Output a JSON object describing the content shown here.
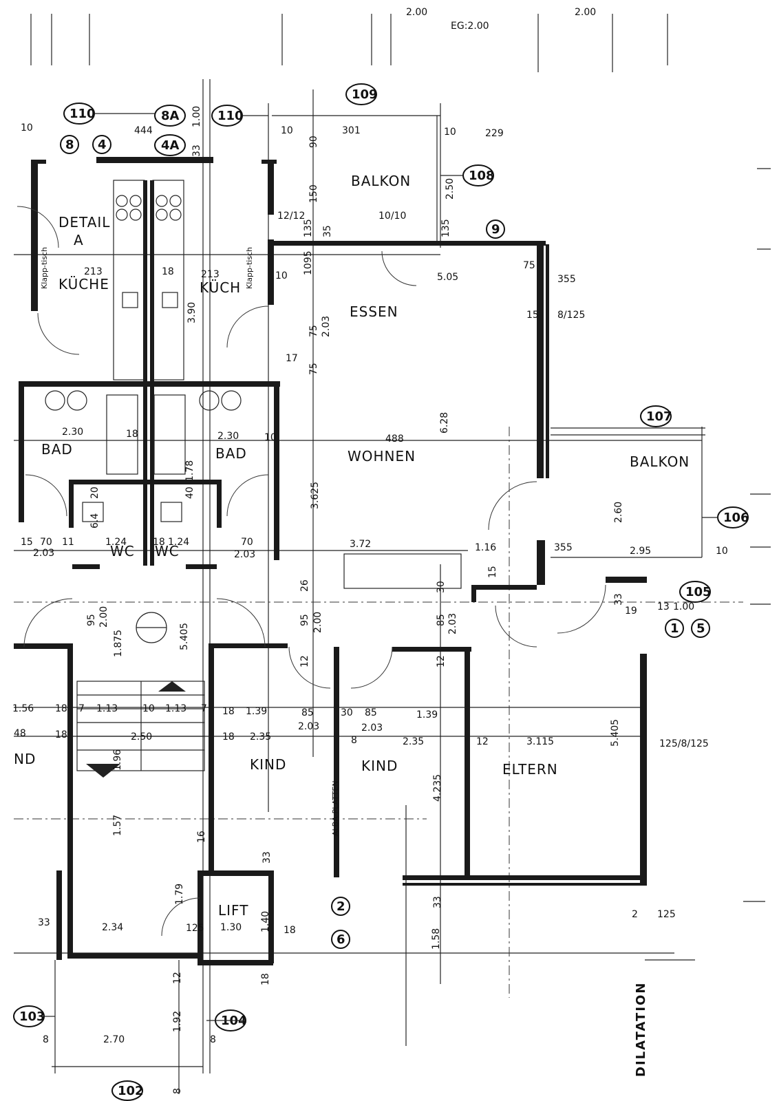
{
  "header": {
    "dims": [
      "2.00",
      "2.00"
    ],
    "level_note": "EG:2.00"
  },
  "rooms": {
    "balkon_top": "BALKON",
    "balkon_right": "BALKON",
    "essen": "ESSEN",
    "wohnen": "WOHNEN",
    "kueche_left": "KÜCHE",
    "kueche_right": "KÜCH",
    "bad_left": "BAD",
    "bad_right": "BAD",
    "wc_left": "WC",
    "wc_right": "WC",
    "kind_left": "KIND",
    "kind_right": "KIND",
    "eltern": "ELTERN",
    "lift": "LIFT",
    "nd_partial": "ND",
    "detail": "DETAIL",
    "detail_sub": "A",
    "klapptisch": "Klapp-tisch",
    "alba": "ALBA-PLATTEN",
    "dilatation": "DILATATION"
  },
  "bubbles": [
    "110",
    "8A",
    "110",
    "109",
    "8",
    "4",
    "4A",
    "108",
    "9",
    "107",
    "106",
    "105",
    "1",
    "5",
    "2",
    "6",
    "103",
    "104",
    "102"
  ],
  "dimensions": {
    "d444": "444",
    "d301": "301",
    "d229": "229",
    "d10a": "10",
    "d10b": "10",
    "d10c": "10",
    "d100": "1.00",
    "d33a": "33",
    "d90": "90",
    "d150": "150",
    "d250": "2.50",
    "d1010": "10/10",
    "d1212": "12/12",
    "d135a": "135",
    "d135b": "135",
    "d35": "35",
    "d1095": "1095",
    "d10d": "10",
    "d213a": "213",
    "d213b": "213",
    "d18a": "18",
    "d390": "3.90",
    "d505": "5.05",
    "d75a": "75",
    "d75b": "75",
    "d75c": "75",
    "d203a": "2.03",
    "d17": "17",
    "d355a": "355",
    "d15a": "15",
    "d8125": "8/125",
    "d628": "6.28",
    "d488": "488",
    "d230a": "2.30",
    "d230b": "2.30",
    "d18b": "18",
    "d10e": "10",
    "d178": "1.78",
    "d3625": "3.625",
    "d20": "20",
    "d40": "40",
    "d64": "6.4",
    "d260": "2.60",
    "d15b": "15",
    "d70a": "70",
    "d70b": "70",
    "d11a": "11",
    "d124a": "1.24",
    "d124b": "1.24",
    "d18c": "18",
    "d203b": "2.03",
    "d203c": "2.03",
    "d372": "3.72",
    "d116": "1.16",
    "d355b": "355",
    "d295": "2.95",
    "d10f": "10",
    "d26": "26",
    "d30a": "30",
    "d15c": "15",
    "d95a": "95",
    "d95b": "95",
    "d200a": "2.00",
    "d200b": "2.00",
    "d1875": "1.875",
    "d5405a": "5.405",
    "d85": "85",
    "d203d": "2.03",
    "d33b": "33",
    "d19": "19",
    "d13": "13",
    "d100b": "1.00",
    "d12a": "12",
    "d12b": "12",
    "d156": "1.56",
    "d18d": "18",
    "d7a": "7",
    "d113a": "1.13",
    "d10g": "10",
    "d113b": "1.13",
    "d7b": "7",
    "d18e": "18",
    "d139a": "1.39",
    "d85a": "85",
    "d30b": "30",
    "d85b": "85",
    "d139b": "1.39",
    "d203e": "2.03",
    "d203f": "2.03",
    "d48": "48",
    "d18f": "18",
    "d250b": "2.50",
    "d18g": "18",
    "d235a": "2.35",
    "d8": "8",
    "d235b": "2.35",
    "d12c": "12",
    "d3115": "3.115",
    "d5405b": "5.405",
    "d12585": "125/8/125",
    "d196": "1.96",
    "d4235": "4.235",
    "d157": "1.57",
    "d16": "16",
    "d33c": "33",
    "d179": "1.79",
    "d33d": "33",
    "d234": "2.34",
    "d125a": "125",
    "d130": "1.30",
    "d140": "1.40",
    "d18h": "18",
    "d158": "1.58",
    "d33e": "33",
    "d125b": "125",
    "d2": "2",
    "d12d": "12",
    "d18i": "18",
    "d192": "1.92",
    "d8b": "8",
    "d270": "2.70",
    "d8c": "8",
    "d8d": "8"
  }
}
